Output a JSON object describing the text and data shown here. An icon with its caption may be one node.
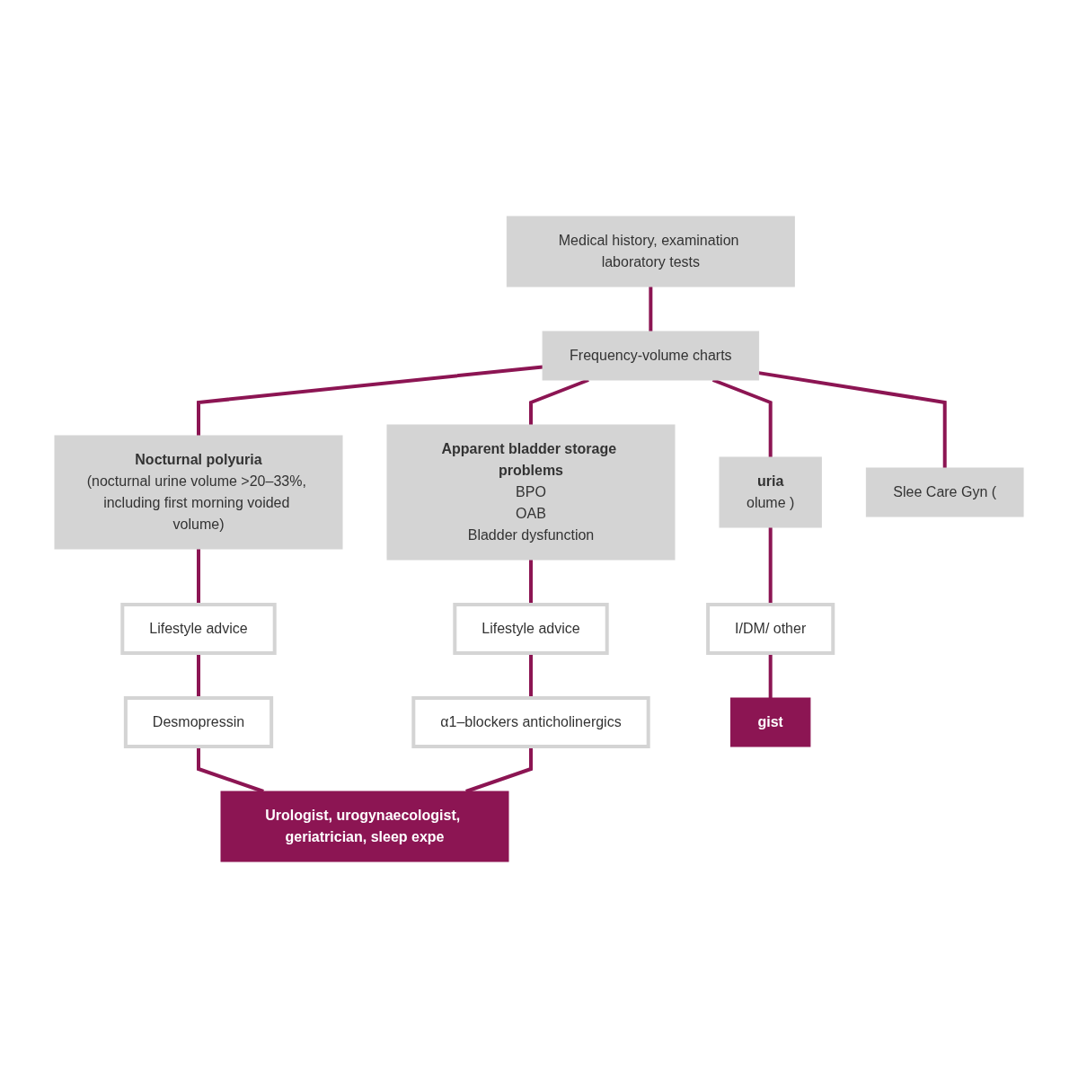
{
  "diagram": {
    "nodes": [
      {
        "text": [
          "Medical history, examination laboratory tests"
        ]
      },
      {
        "text": [
          "Frequency-volume charts"
        ]
      },
      {
        "text": [
          "uria",
          "olume )"
        ]
      },
      {
        "text": [
          "Nocturnal polyuria",
          "(nocturnal urine volume >20–33%, including first morning voided volume)"
        ]
      },
      {
        "text": [
          "Apparent bladder storage problems",
          "BPO",
          "OAB",
          "Bladder dysfunction"
        ]
      },
      {
        "text": [
          "Slee Care Gyn ("
        ]
      },
      {
        "text": [
          "I/DM/ other"
        ]
      },
      {
        "text": [
          "Lifestyle advice"
        ]
      },
      {
        "text": [
          "Lifestyle advice"
        ]
      },
      {
        "text": [
          "Desmopressin"
        ]
      },
      {
        "text": [
          "α1–blockers anticholinergics"
        ]
      },
      {
        "text": [
          "gist"
        ]
      },
      {
        "text": [
          "Urologist, urogynaecologist, geriatrician, sleep expe"
        ]
      }
    ],
    "edges": [
      {
        "from": 0,
        "to": 1,
        "arrow": "none"
      },
      {
        "from": 1,
        "to": 2,
        "arrow": "none"
      },
      {
        "from": 1,
        "to": 3,
        "arrow": "none"
      },
      {
        "from": 1,
        "to": 4,
        "arrow": "none"
      },
      {
        "from": 1,
        "to": 5,
        "arrow": "none"
      },
      {
        "from": 2,
        "to": 6,
        "arrow": "none"
      },
      {
        "from": 6,
        "to": 11,
        "arrow": "none"
      },
      {
        "from": 3,
        "to": 7,
        "arrow": "none"
      },
      {
        "from": 7,
        "to": 9,
        "arrow": "none"
      },
      {
        "from": 9,
        "to": 12,
        "arrow": "none"
      },
      {
        "from": 4,
        "to": 8,
        "arrow": "none"
      },
      {
        "from": 8,
        "to": 10,
        "arrow": "none"
      },
      {
        "from": 10,
        "to": 12,
        "arrow": "none"
      }
    ]
  }
}
